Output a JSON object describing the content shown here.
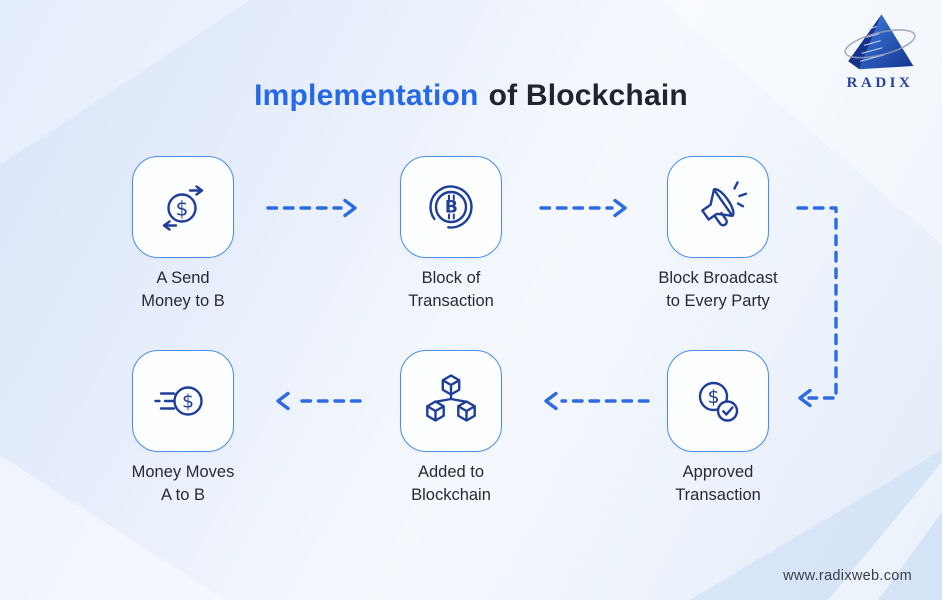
{
  "title": {
    "highlight": "Implementation",
    "rest": "of Blockchain"
  },
  "brand": {
    "name": "RADIX",
    "website": "www.radixweb.com"
  },
  "steps": [
    {
      "line1": "A Send",
      "line2": "Money to B",
      "icon": "money-transfer-icon"
    },
    {
      "line1": "Block of",
      "line2": "Transaction",
      "icon": "bitcoin-icon"
    },
    {
      "line1": "Block Broadcast",
      "line2": "to Every Party",
      "icon": "megaphone-icon"
    },
    {
      "line1": "Approved",
      "line2": "Transaction",
      "icon": "approved-transaction-icon"
    },
    {
      "line1": "Added to",
      "line2": "Blockchain",
      "icon": "blockchain-cubes-icon"
    },
    {
      "line1": "Money Moves",
      "line2": "A to B",
      "icon": "money-moves-icon"
    }
  ],
  "glyphs": {
    "dollar": "$",
    "bitcoin_b": "B"
  },
  "colors": {
    "accent_blue": "#2668e8",
    "dash_blue": "#2f6be0",
    "icon_navy": "#1f3e99",
    "card_border": "#4b8ee9",
    "text_dark": "#20242c",
    "background_tint": "#e7eefb"
  }
}
